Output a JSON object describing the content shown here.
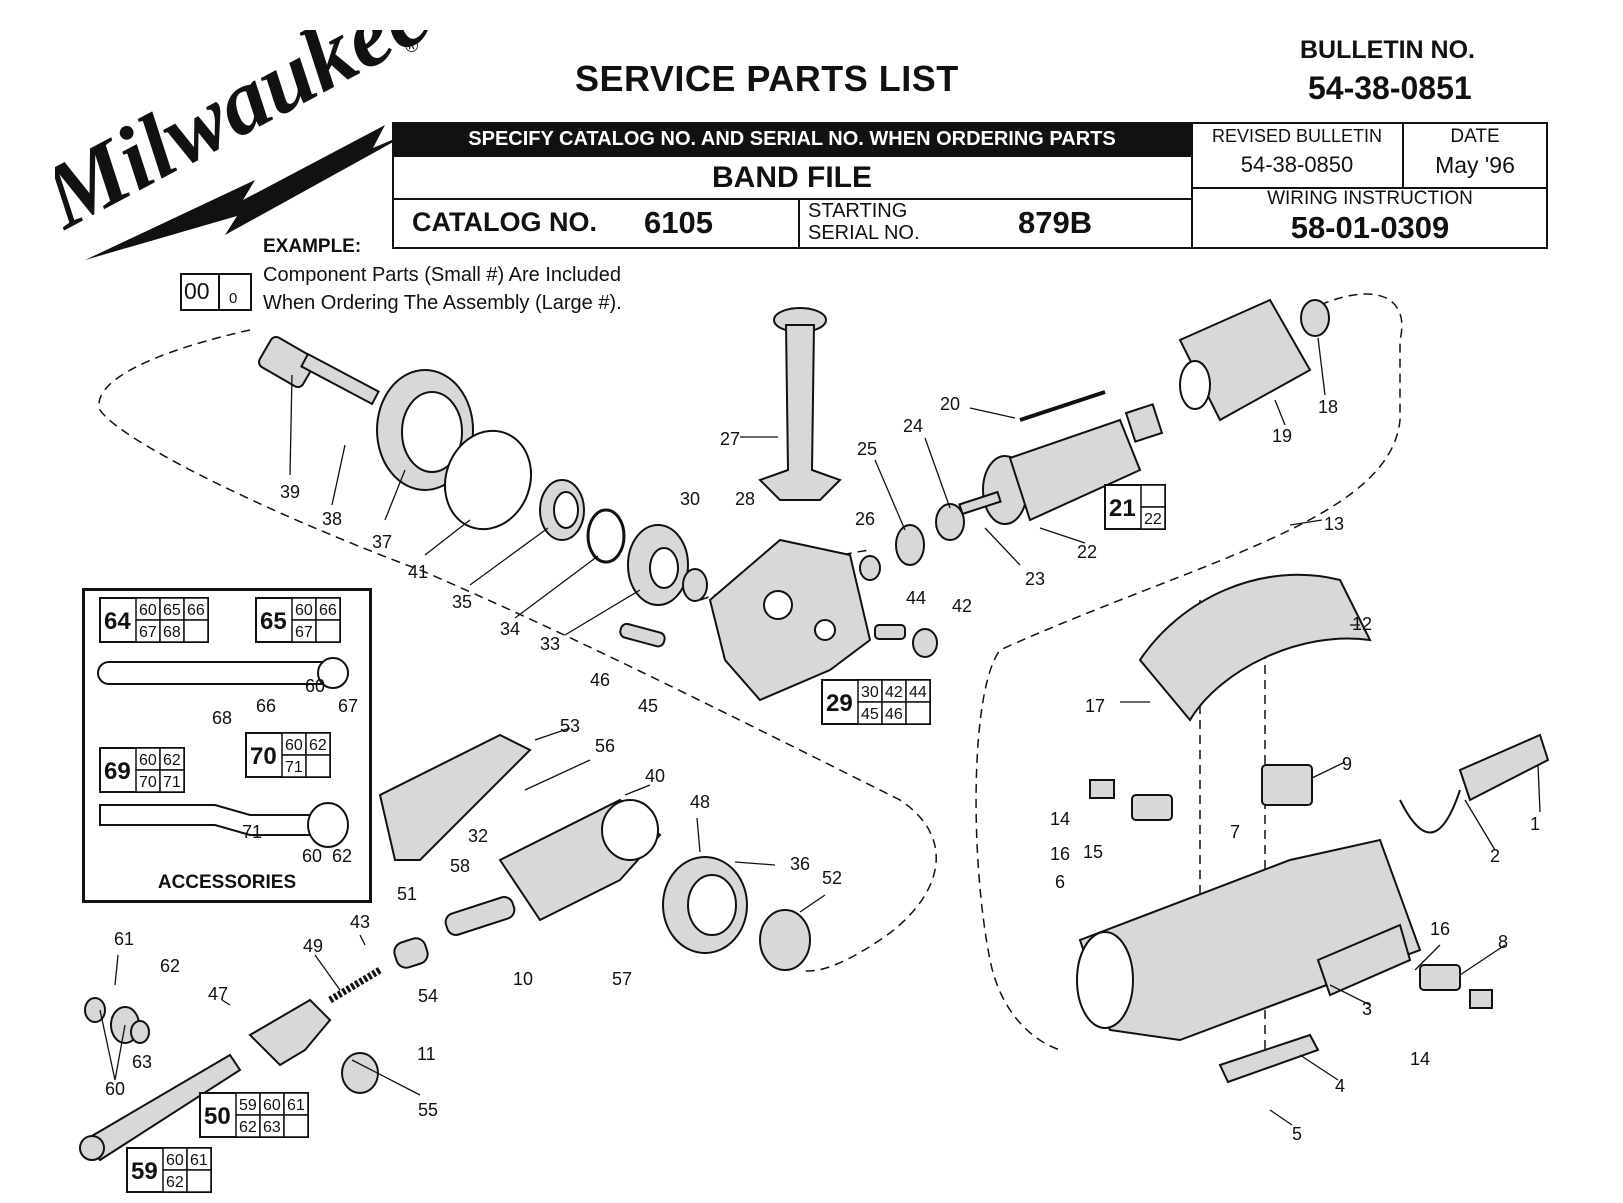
{
  "brand": "Milwaukee",
  "brand_mark": "®",
  "title": "SERVICE PARTS LIST",
  "bulletin": {
    "label": "BULLETIN NO.",
    "number": "54-38-0851"
  },
  "header": {
    "specify_text": "SPECIFY CATALOG NO. AND SERIAL NO. WHEN ORDERING PARTS",
    "product": "BAND FILE",
    "catalog_label": "CATALOG NO.",
    "catalog_number": "6105",
    "starting_label_1": "STARTING",
    "starting_label_2": "SERIAL NO.",
    "serial_number": "879B",
    "revised_label": "REVISED BULLETIN",
    "revised_number": "54-38-0850",
    "date_label": "DATE",
    "date_value": "May '96",
    "wiring_label": "WIRING INSTRUCTION",
    "wiring_number": "58-01-0309"
  },
  "example": {
    "label": "EXAMPLE:",
    "big": "00",
    "small": "0",
    "line1": "Component Parts (Small #) Are Included",
    "line2": "When Ordering The Assembly (Large #)."
  },
  "accessories_label": "ACCESSORIES",
  "assemblies": [
    {
      "id": "a21",
      "big": "21",
      "small": [
        "",
        "22"
      ]
    },
    {
      "id": "a29",
      "big": "29",
      "small": [
        "30",
        "42",
        "44",
        "45",
        "46",
        ""
      ]
    },
    {
      "id": "a64",
      "big": "64",
      "small": [
        "60",
        "65",
        "66",
        "67",
        "68",
        ""
      ]
    },
    {
      "id": "a65",
      "big": "65",
      "small": [
        "60",
        "66",
        "67",
        ""
      ]
    },
    {
      "id": "a69",
      "big": "69",
      "small": [
        "60",
        "62",
        "70",
        "71"
      ]
    },
    {
      "id": "a70",
      "big": "70",
      "small": [
        "60",
        "62",
        "71",
        ""
      ]
    },
    {
      "id": "a50",
      "big": "50",
      "small": [
        "59",
        "60",
        "61",
        "62",
        "63",
        ""
      ]
    },
    {
      "id": "a59",
      "big": "59",
      "small": [
        "60",
        "61",
        "62",
        ""
      ]
    }
  ],
  "callouts": [
    "1",
    "2",
    "3",
    "4",
    "5",
    "6",
    "7",
    "8",
    "9",
    "10",
    "11",
    "12",
    "13",
    "14",
    "14",
    "15",
    "16",
    "16",
    "17",
    "18",
    "19",
    "20",
    "22",
    "23",
    "24",
    "25",
    "26",
    "27",
    "28",
    "30",
    "32",
    "33",
    "34",
    "35",
    "36",
    "37",
    "38",
    "39",
    "40",
    "41",
    "42",
    "43",
    "44",
    "45",
    "46",
    "47",
    "48",
    "49",
    "51",
    "52",
    "53",
    "54",
    "55",
    "56",
    "57",
    "58",
    "60",
    "60",
    "60",
    "61",
    "62",
    "62",
    "63",
    "66",
    "67",
    "68",
    "71"
  ]
}
